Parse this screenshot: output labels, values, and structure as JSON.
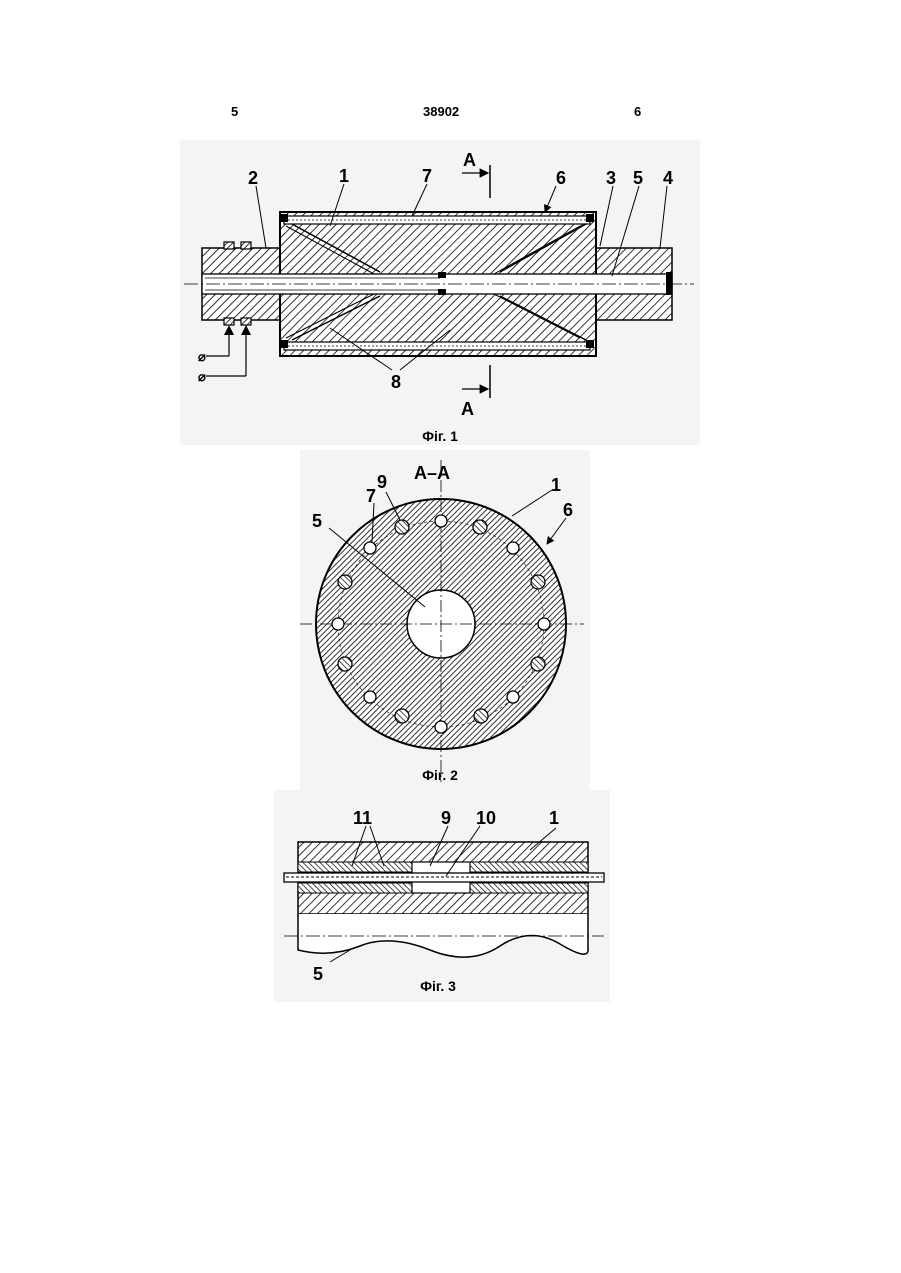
{
  "header": {
    "page_left": "5",
    "patent_number": "38902",
    "page_right": "6"
  },
  "fig1": {
    "caption": "Фіг. 1",
    "section_marker": "А",
    "labels": {
      "l1": "1",
      "l2": "2",
      "l3": "3",
      "l4": "4",
      "l5": "5",
      "l6": "6",
      "l7": "7",
      "l8": "8"
    },
    "terminal_symbol": "⌀"
  },
  "fig2": {
    "caption": "Фіг. 2",
    "section_title": "А–А",
    "labels": {
      "l1": "1",
      "l5": "5",
      "l6": "6",
      "l7": "7",
      "l9": "9"
    }
  },
  "fig3": {
    "caption": "Фіг. 3",
    "labels": {
      "l1": "1",
      "l5": "5",
      "l9": "9",
      "l10": "10",
      "l11": "11"
    }
  },
  "colors": {
    "ink": "#000000",
    "paper": "#ffffff",
    "scan_tint": "#f4f4f4"
  }
}
